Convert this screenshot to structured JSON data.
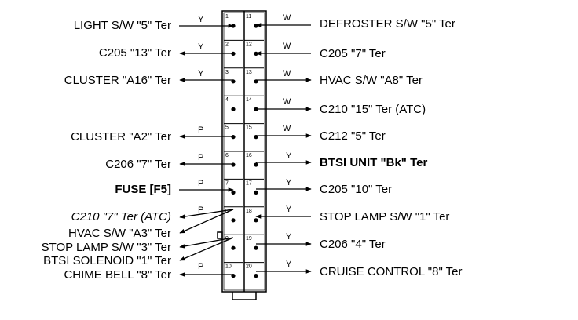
{
  "connector": {
    "pins": [
      "1",
      "2",
      "3",
      "4",
      "5",
      "6",
      "7",
      "8",
      "9",
      "10",
      "11",
      "12",
      "13",
      "14",
      "15",
      "16",
      "17",
      "18",
      "19",
      "20"
    ]
  },
  "left": [
    {
      "label": "LIGHT S/W \"5\" Ter",
      "wire": "Y",
      "dir": "in"
    },
    {
      "label": "C205 \"13\" Ter",
      "wire": "Y",
      "dir": "out"
    },
    {
      "label": "CLUSTER \"A16\" Ter",
      "wire": "Y",
      "dir": "out"
    },
    {
      "label": "CLUSTER \"A2\" Ter",
      "wire": "P",
      "dir": "out"
    },
    {
      "label": "C206 \"7\" Ter",
      "wire": "P",
      "dir": "out"
    },
    {
      "label": "FUSE [F5]",
      "wire": "P",
      "dir": "in"
    },
    {
      "label": "C210 \"7\" Ter (ATC)",
      "wire": "P",
      "dir": "out"
    },
    {
      "label": "HVAC S/W \"A3\" Ter",
      "wire": "",
      "dir": "out"
    },
    {
      "label": "STOP LAMP S/W \"3\" Ter",
      "wire": "",
      "dir": "out"
    },
    {
      "label": "BTSI SOLENOID \"1\" Ter",
      "wire": "",
      "dir": "out"
    },
    {
      "label": "CHIME BELL \"8\" Ter",
      "wire": "P",
      "dir": "out"
    }
  ],
  "right": [
    {
      "label": "DEFROSTER S/W \"5\" Ter",
      "wire": "W",
      "dir": "in"
    },
    {
      "label": "C205 \"7\" Ter",
      "wire": "W",
      "dir": "in"
    },
    {
      "label": "HVAC S/W \"A8\" Ter",
      "wire": "W",
      "dir": "out"
    },
    {
      "label": "C210 \"15\" Ter (ATC)",
      "wire": "W",
      "dir": "out"
    },
    {
      "label": "C212 \"5\" Ter",
      "wire": "W",
      "dir": "out"
    },
    {
      "label": "BTSI UNIT \"Bk\" Ter",
      "wire": "Y",
      "dir": "out"
    },
    {
      "label": "C205 \"10\" Ter",
      "wire": "Y",
      "dir": "out"
    },
    {
      "label": "STOP LAMP S/W \"1\" Ter",
      "wire": "Y",
      "dir": "in"
    },
    {
      "label": "C206 \"4\" Ter",
      "wire": "Y",
      "dir": "out"
    },
    {
      "label": "CRUISE CONTROL \"8\" Ter",
      "wire": "Y",
      "dir": "out"
    }
  ]
}
